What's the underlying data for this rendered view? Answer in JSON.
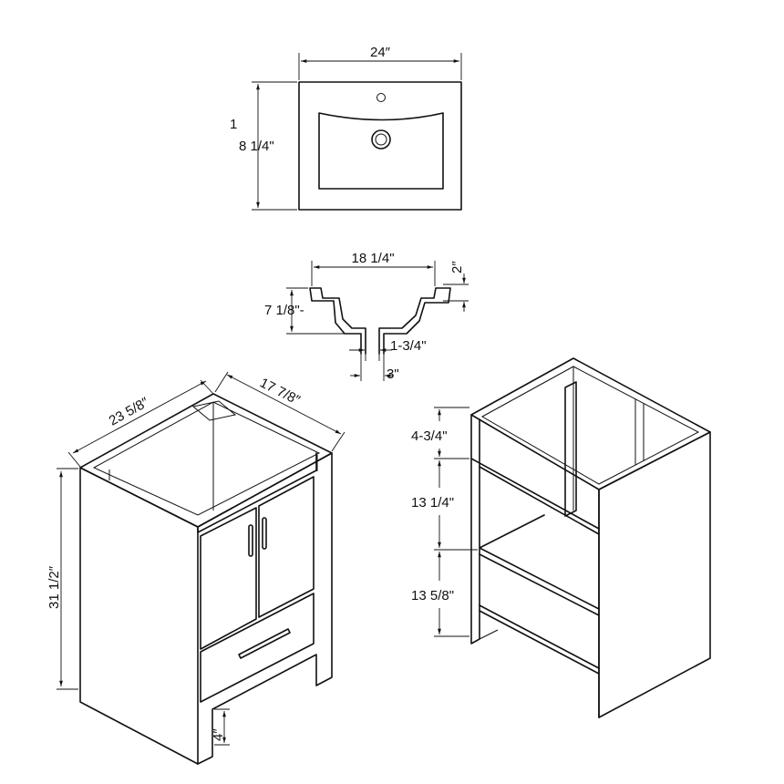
{
  "top_view": {
    "width_label": "24″",
    "depth_label_line1": "1",
    "depth_label_line2": "8 1/4\""
  },
  "basin_section": {
    "width_label": "18 1/4\"",
    "rim_label": "2″",
    "height_label": "7 1/8\"-",
    "drain_label": "1-3/4\"",
    "outlet_label": "3\""
  },
  "vanity_front": {
    "width_label": "23  5/8″",
    "depth_label": "17  7/8″",
    "height_label": "31  1/2″",
    "toe_kick_label": "4″"
  },
  "vanity_interior": {
    "top_label": "4-3/4\"",
    "middle_label": "13 1/4\"",
    "bottom_label": "13 5/8\""
  }
}
